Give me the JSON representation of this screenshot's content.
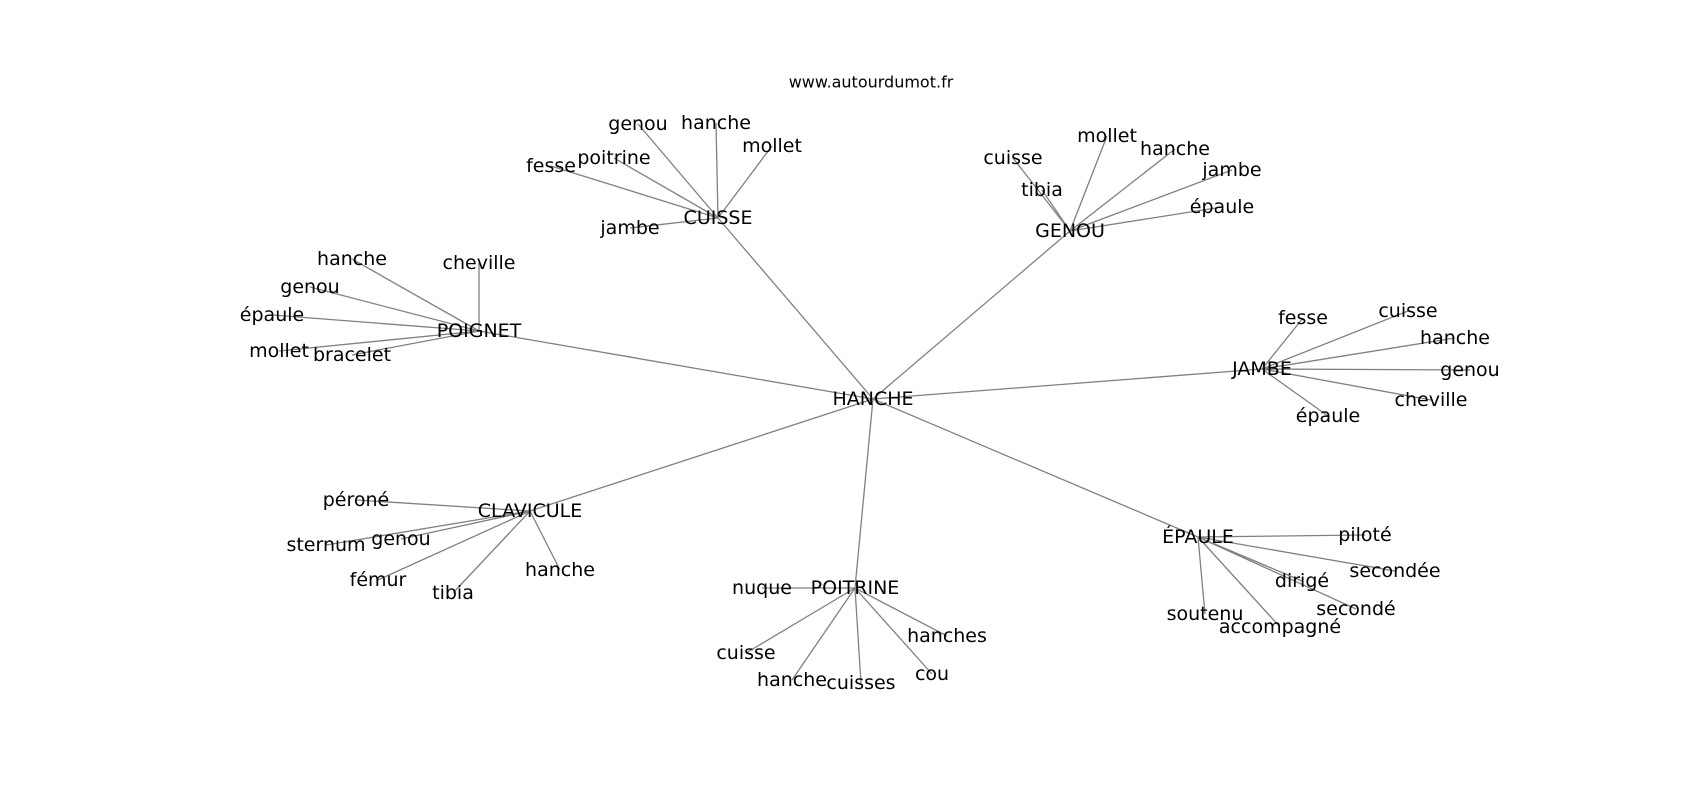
{
  "site": "www.autourdumot.fr",
  "nodes": [
    {
      "id": "center",
      "label": "HANCHE"
    },
    {
      "id": "cuisse",
      "label": "CUISSE"
    },
    {
      "id": "cuisse-genou",
      "label": "genou"
    },
    {
      "id": "cuisse-hanche",
      "label": "hanche"
    },
    {
      "id": "cuisse-mollet",
      "label": "mollet"
    },
    {
      "id": "cuisse-poitrine",
      "label": "poitrine"
    },
    {
      "id": "cuisse-fesse",
      "label": "fesse"
    },
    {
      "id": "cuisse-jambe",
      "label": "jambe"
    },
    {
      "id": "genou",
      "label": "GENOU"
    },
    {
      "id": "genou-cuisse",
      "label": "cuisse"
    },
    {
      "id": "genou-mollet",
      "label": "mollet"
    },
    {
      "id": "genou-hanche",
      "label": "hanche"
    },
    {
      "id": "genou-jambe",
      "label": "jambe"
    },
    {
      "id": "genou-tibia",
      "label": "tibia"
    },
    {
      "id": "genou-epaule",
      "label": "épaule"
    },
    {
      "id": "poignet",
      "label": "POIGNET"
    },
    {
      "id": "poignet-hanche",
      "label": "hanche"
    },
    {
      "id": "poignet-cheville",
      "label": "cheville"
    },
    {
      "id": "poignet-genou",
      "label": "genou"
    },
    {
      "id": "poignet-epaule",
      "label": "épaule"
    },
    {
      "id": "poignet-mollet",
      "label": "mollet"
    },
    {
      "id": "poignet-bracelet",
      "label": "bracelet"
    },
    {
      "id": "jambe",
      "label": "JAMBE"
    },
    {
      "id": "jambe-fesse",
      "label": "fesse"
    },
    {
      "id": "jambe-cuisse",
      "label": "cuisse"
    },
    {
      "id": "jambe-hanche",
      "label": "hanche"
    },
    {
      "id": "jambe-genou",
      "label": "genou"
    },
    {
      "id": "jambe-cheville",
      "label": "cheville"
    },
    {
      "id": "jambe-epaule",
      "label": "épaule"
    },
    {
      "id": "clavicule",
      "label": "CLAVICULE"
    },
    {
      "id": "clavicule-perone",
      "label": "péroné"
    },
    {
      "id": "clavicule-sternum",
      "label": "sternum"
    },
    {
      "id": "clavicule-genou",
      "label": "genou"
    },
    {
      "id": "clavicule-femur",
      "label": "fémur"
    },
    {
      "id": "clavicule-tibia",
      "label": "tibia"
    },
    {
      "id": "clavicule-hanche",
      "label": "hanche"
    },
    {
      "id": "epaule",
      "label": "ÉPAULE"
    },
    {
      "id": "epaule-pilote",
      "label": "piloté"
    },
    {
      "id": "epaule-secondee",
      "label": "secondée"
    },
    {
      "id": "epaule-dirige",
      "label": "dirigé"
    },
    {
      "id": "epaule-seconde",
      "label": "secondé"
    },
    {
      "id": "epaule-soutenu",
      "label": "soutenu"
    },
    {
      "id": "epaule-accompagne",
      "label": "accompagné"
    },
    {
      "id": "poitrine",
      "label": "POITRINE"
    },
    {
      "id": "poitrine-nuque",
      "label": "nuque"
    },
    {
      "id": "poitrine-cuisse",
      "label": "cuisse"
    },
    {
      "id": "poitrine-hanche",
      "label": "hanche"
    },
    {
      "id": "poitrine-cuisses",
      "label": "cuisses"
    },
    {
      "id": "poitrine-hanches",
      "label": "hanches"
    },
    {
      "id": "poitrine-cou",
      "label": "cou"
    }
  ],
  "edges": [
    [
      "center",
      "cuisse"
    ],
    [
      "center",
      "genou"
    ],
    [
      "center",
      "poignet"
    ],
    [
      "center",
      "jambe"
    ],
    [
      "center",
      "clavicule"
    ],
    [
      "center",
      "epaule"
    ],
    [
      "center",
      "poitrine"
    ],
    [
      "cuisse",
      "cuisse-genou"
    ],
    [
      "cuisse",
      "cuisse-hanche"
    ],
    [
      "cuisse",
      "cuisse-mollet"
    ],
    [
      "cuisse",
      "cuisse-poitrine"
    ],
    [
      "cuisse",
      "cuisse-fesse"
    ],
    [
      "cuisse",
      "cuisse-jambe"
    ],
    [
      "genou",
      "genou-cuisse"
    ],
    [
      "genou",
      "genou-mollet"
    ],
    [
      "genou",
      "genou-hanche"
    ],
    [
      "genou",
      "genou-jambe"
    ],
    [
      "genou",
      "genou-tibia"
    ],
    [
      "genou",
      "genou-epaule"
    ],
    [
      "poignet",
      "poignet-hanche"
    ],
    [
      "poignet",
      "poignet-cheville"
    ],
    [
      "poignet",
      "poignet-genou"
    ],
    [
      "poignet",
      "poignet-epaule"
    ],
    [
      "poignet",
      "poignet-mollet"
    ],
    [
      "poignet",
      "poignet-bracelet"
    ],
    [
      "jambe",
      "jambe-fesse"
    ],
    [
      "jambe",
      "jambe-cuisse"
    ],
    [
      "jambe",
      "jambe-hanche"
    ],
    [
      "jambe",
      "jambe-genou"
    ],
    [
      "jambe",
      "jambe-cheville"
    ],
    [
      "jambe",
      "jambe-epaule"
    ],
    [
      "clavicule",
      "clavicule-perone"
    ],
    [
      "clavicule",
      "clavicule-sternum"
    ],
    [
      "clavicule",
      "clavicule-genou"
    ],
    [
      "clavicule",
      "clavicule-femur"
    ],
    [
      "clavicule",
      "clavicule-tibia"
    ],
    [
      "clavicule",
      "clavicule-hanche"
    ],
    [
      "epaule",
      "epaule-pilote"
    ],
    [
      "epaule",
      "epaule-secondee"
    ],
    [
      "epaule",
      "epaule-dirige"
    ],
    [
      "epaule",
      "epaule-seconde"
    ],
    [
      "epaule",
      "epaule-soutenu"
    ],
    [
      "epaule",
      "epaule-accompagne"
    ],
    [
      "poitrine",
      "poitrine-nuque"
    ],
    [
      "poitrine",
      "poitrine-cuisse"
    ],
    [
      "poitrine",
      "poitrine-hanche"
    ],
    [
      "poitrine",
      "poitrine-cuisses"
    ],
    [
      "poitrine",
      "poitrine-hanches"
    ],
    [
      "poitrine",
      "poitrine-cou"
    ]
  ],
  "colors": {
    "edge": "#808080",
    "text": "#000000",
    "background": "#ffffff"
  }
}
